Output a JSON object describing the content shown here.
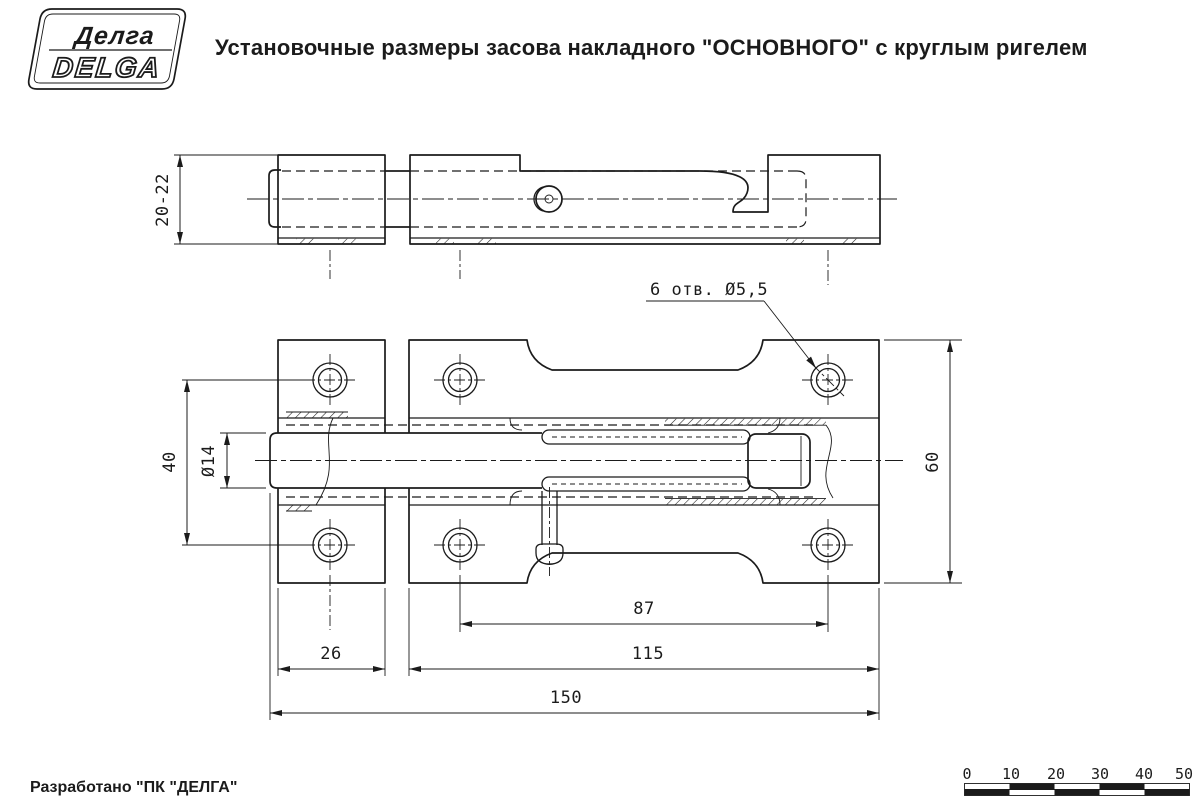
{
  "title": "Установочные размеры засова накладного \"ОСНОВНОГО\" с круглым ригелем",
  "logo": {
    "line1": "Делга",
    "line2": "DELGA"
  },
  "side_view": {
    "dim_height": "20-22"
  },
  "front_view": {
    "note_holes": "6 отв. Ø5,5",
    "dim_hole_spacing_vertical": "40",
    "dim_bolt_diameter": "Ø14",
    "dim_keeper_width": "26",
    "dim_hole_spacing_horizontal": "87",
    "dim_body_width": "115",
    "dim_overall_length": "150",
    "dim_body_height": "60"
  },
  "footer": {
    "developed_by": "Разработано \"ПК \"ДЕЛГА\"",
    "ruler_ticks": [
      "0",
      "10",
      "20",
      "30",
      "40",
      "50"
    ]
  },
  "colors": {
    "line": "#1b1b1b",
    "background": "#ffffff"
  }
}
